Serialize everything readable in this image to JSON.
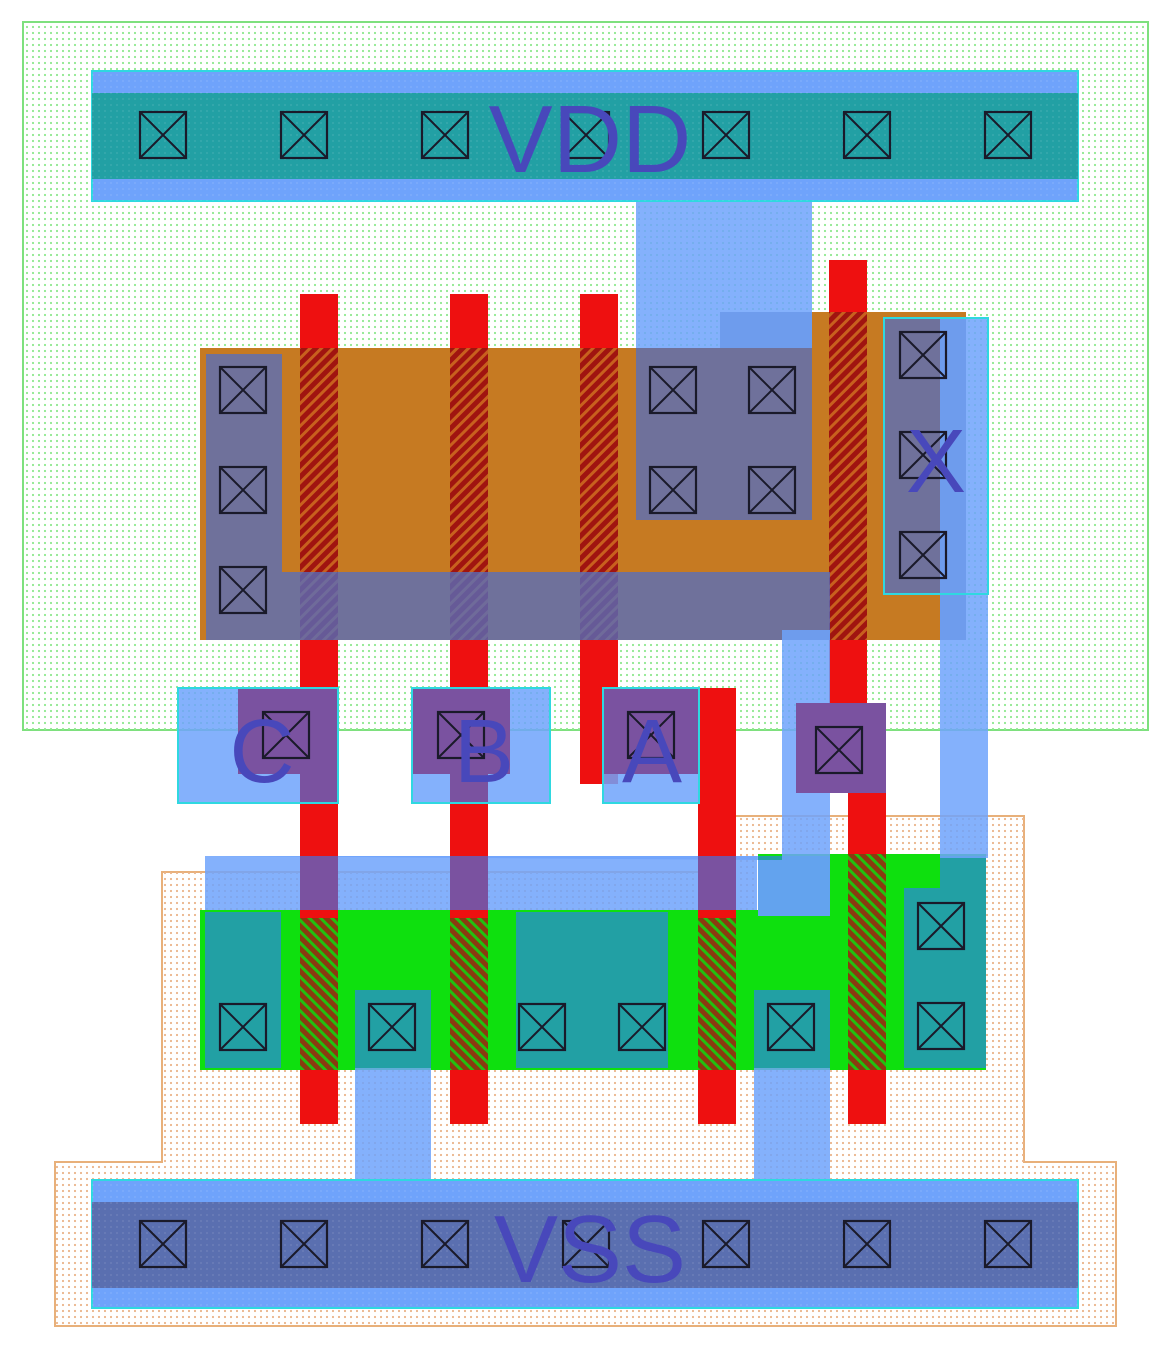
{
  "diagram": {
    "type": "standard-cell-layout",
    "pins": {
      "vdd": "VDD",
      "vss": "VSS",
      "a": "A",
      "b": "B",
      "c": "C",
      "x": "X"
    },
    "colors": {
      "nwell": "#7ee07e",
      "pwell": "#e8b07a",
      "pdiff": "#c67a22",
      "ndiff": "#0ee00e",
      "poly": "#ee1010",
      "metal1": "#6fa3fb",
      "li": "#5a6fb0",
      "via_fill": "#7a52a0",
      "pin_outline": "#2fd8e0",
      "label": "#4848bb",
      "contact": "#1a1a2a",
      "tap_rail": "#22a0a4"
    }
  }
}
